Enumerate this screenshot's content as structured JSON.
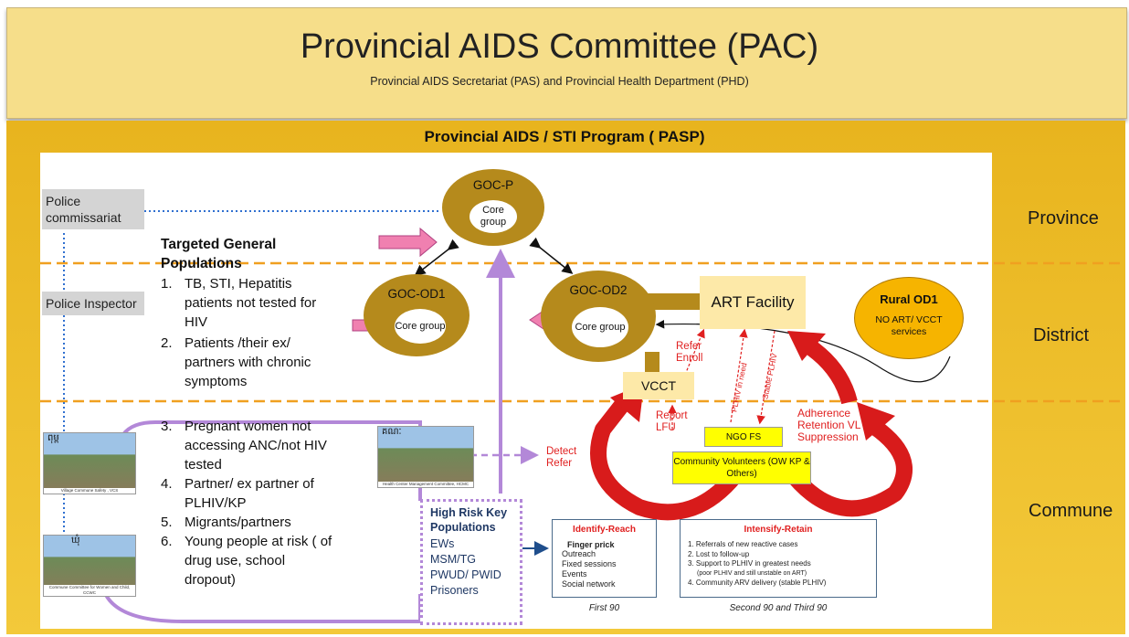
{
  "header": {
    "title": "Provincial AIDS Committee (PAC)",
    "subtitle": "Provincial AIDS Secretariat (PAS) and Provincial Health Department (PHD)"
  },
  "band": {
    "title": "Provincial AIDS / STI Program ( PASP)"
  },
  "levels": {
    "province": "Province",
    "district": "District",
    "commune": "Commune"
  },
  "left_boxes": {
    "police_commissariat": "Police commissariat",
    "police_inspector": "Police Inspector"
  },
  "targeted": {
    "heading": "Targeted General Populations",
    "items": [
      {
        "num": "1.",
        "text": "TB, STI, Hepatitis patients not tested for HIV"
      },
      {
        "num": "2.",
        "text": "Patients /their ex/ partners with chronic symptoms"
      },
      {
        "num": "3.",
        "text": "Pregnant women not accessing ANC/not HIV tested"
      },
      {
        "num": "4.",
        "text": "Partner/ ex partner of PLHIV/KP"
      },
      {
        "num": "5.",
        "text": "Migrants/partners"
      },
      {
        "num": "6.",
        "text": "Young people at risk ( of drug use, school dropout)"
      }
    ]
  },
  "nodes": {
    "gocp": {
      "label": "GOC-P",
      "inner": "Core group"
    },
    "gocod1": {
      "label": "GOC-OD1",
      "inner": "Core group"
    },
    "gocod2": {
      "label": "GOC-OD2",
      "inner": "Core group"
    },
    "art": "ART Facility",
    "rural_title": "Rural OD1",
    "rural_body": "NO ART/ VCCT services",
    "vcct": "VCCT",
    "ngo": "NGO FS",
    "community": "Community Volunteers (OW KP & Others)"
  },
  "red_labels": {
    "refer_enroll": "Refer Enroll",
    "report_lfu": "Report LFU",
    "detect_refer": "Detect Refer",
    "adherence": "Adherence Retention VL Suppression",
    "plhiv_need": "PLHIV in need",
    "stable_plhiv": "Stable PLHIV"
  },
  "high_risk": {
    "heading": "High Risk Key Populations",
    "items": [
      "EWs",
      "MSM/TG",
      "PWUD/ PWID",
      "Prisoners"
    ]
  },
  "identify": {
    "title": "Identify-Reach",
    "lead": "Finger prick",
    "items": [
      "Outreach",
      "Fixed sessions",
      "Events",
      "Social network"
    ],
    "caption": "First 90"
  },
  "intensify": {
    "title": "Intensify-Retain",
    "items": [
      "1. Referrals of new reactive cases",
      "2. Lost to follow-up",
      "3. Support to PLHIV in greatest needs",
      "(poor PLHIV and still unstable on ART)",
      "4. Community ARV delivery (stable PLHIV)"
    ],
    "caption": "Second 90 and Third 90"
  },
  "photos": {
    "vcs_caption": "Village Commune Safety , VCS",
    "hcmc_caption": "Health Center Management Committee, HCMC",
    "ccwc_caption": "Commune Committee for Women and Child, CCWC"
  },
  "colors": {
    "header_bg": "#f6de8a",
    "band": "#efbf2c",
    "donut": "#b58a1c",
    "accent_red": "#e02020",
    "pink": "#f080b0",
    "purple": "#b388d8",
    "art_fill": "#fde9a8",
    "rural_fill": "#f6b400",
    "yellow_box": "#ffff00"
  }
}
